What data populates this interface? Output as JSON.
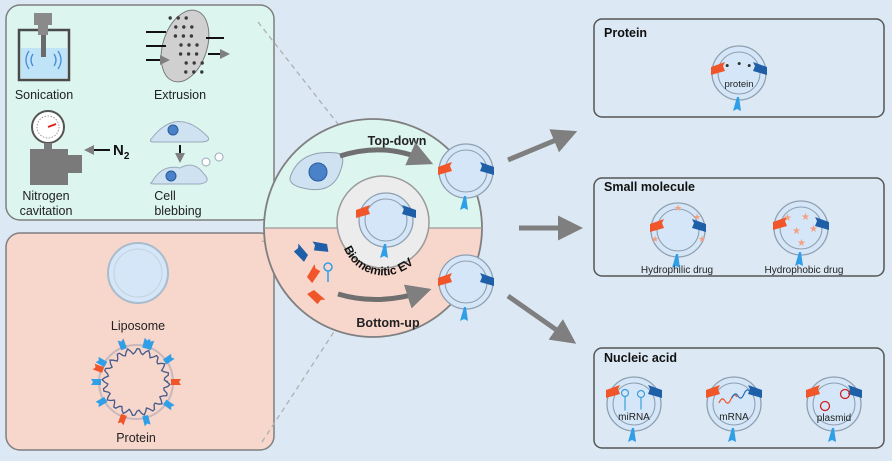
{
  "methods": {
    "sonication": "Sonication",
    "extrusion": "Extrusion",
    "nitrogen_line1": "Nitrogen",
    "nitrogen_line2": "cavitation",
    "n2_label": "N",
    "n2_subscript": "2",
    "blebbing_line1": "Cell",
    "blebbing_line2": "blebbing"
  },
  "bottom_up": {
    "liposome": "Liposome",
    "protein": "Protein"
  },
  "center": {
    "top_down": "Top-down",
    "bottom_up": "Bottom-up",
    "core": "Biomemitic EV"
  },
  "cargo": {
    "protein_title": "Protein",
    "protein_label": "protein",
    "small_molecule_title": "Small molecule",
    "hydrophilic": "Hydrophilic drug",
    "hydrophobic": "Hydrophobic drug",
    "nucleic_title": "Nucleic acid",
    "mirna": "miRNA",
    "mrna": "mRNA",
    "plasmid": "plasmid"
  },
  "colors": {
    "background": "#dce8f4",
    "top_panel": "#dcf5ef",
    "bottom_panel": "#f7d6cc",
    "vesicle_fill": "#d4e6f8",
    "membrane": "#8fa0b0",
    "red_protein": "#f0562a",
    "dark_blue_protein": "#1f5fa8",
    "light_blue_protein": "#2f9fe8",
    "arrow_gray": "#7f7f7f",
    "drug_star": "#f4a183"
  }
}
